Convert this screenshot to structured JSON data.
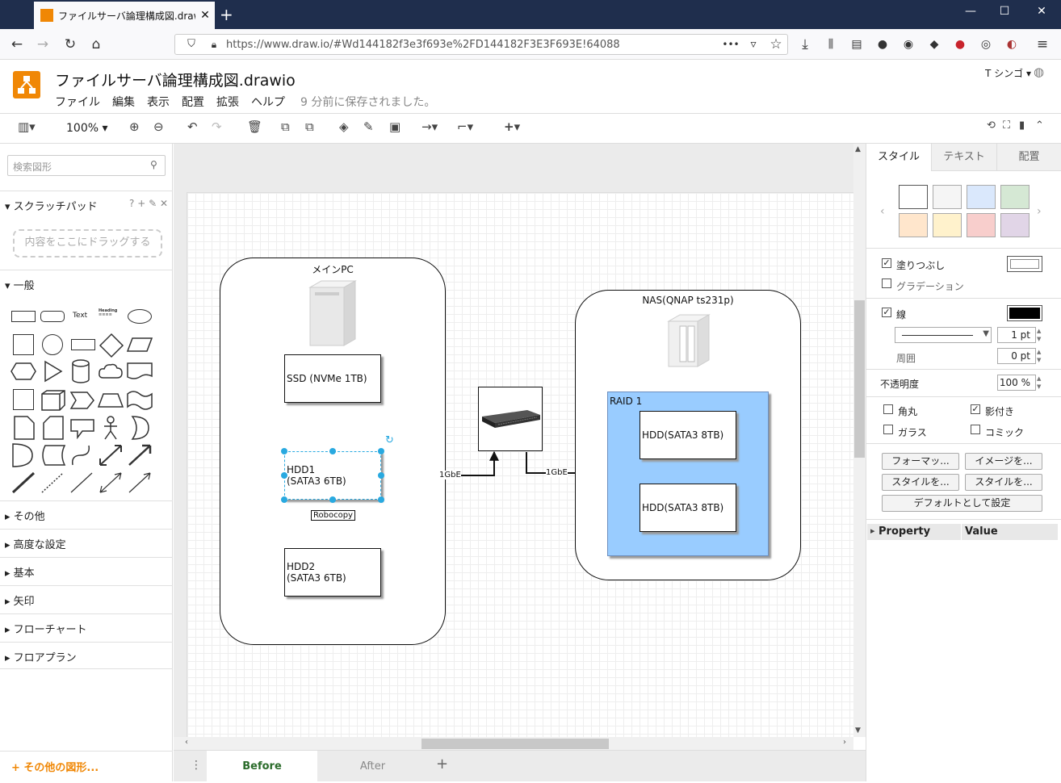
{
  "browser": {
    "tab_title": "ファイルサーバ論理構成図.drawio",
    "tab_close": "✕",
    "new_tab": "+",
    "url": "https://www.draw.io/#Wd144182f3e3f693e%2FD144182F3E3F693E!64088",
    "url_menu": "•••"
  },
  "app": {
    "title": "ファイルサーバ論理構成図.drawio",
    "menus": [
      "ファイル",
      "編集",
      "表示",
      "配置",
      "拡張",
      "ヘルプ"
    ],
    "saved_status": "9 分前に保存されました。",
    "user": "T シンゴ ▾"
  },
  "toolbar": {
    "zoom": "100%"
  },
  "left_panel": {
    "search_placeholder": "検索図形",
    "scratchpad": "スクラッチパッド",
    "scratchpad_tools": "? + ✎ ✕",
    "scratch_drop": "内容をここにドラッグする",
    "general": "一般",
    "shape_text": "Text",
    "shape_heading": "Heading",
    "sections": [
      "その他",
      "高度な設定",
      "基本",
      "矢印",
      "フローチャート",
      "フロアプラン"
    ],
    "more_shapes": "+ その他の図形..."
  },
  "diagram": {
    "main_pc": "メインPC",
    "ssd": "SSD (NVMe 1TB)",
    "hdd1_line1": "HDD1",
    "hdd1_line2": "(SATA3 6TB)",
    "hdd2_line1": "HDD2",
    "hdd2_line2": "(SATA3 6TB)",
    "robocopy": "Robocopy",
    "link1": "1GbE",
    "link2": "1GbE",
    "nas": "NAS(QNAP ts231p)",
    "raid": "RAID 1",
    "nas_hdd_a": "HDD(SATA3 8TB)",
    "nas_hdd_b": "HDD(SATA3 8TB)"
  },
  "page_tabs": {
    "before": "Before",
    "after": "After",
    "add": "+",
    "menu": "⋮"
  },
  "right_panel": {
    "tabs": [
      "スタイル",
      "テキスト",
      "配置"
    ],
    "fill": "塗りつぶし",
    "gradient": "グラデーション",
    "line": "線",
    "line_width": "1 pt",
    "perimeter": "周囲",
    "perimeter_value": "0 pt",
    "opacity": "不透明度",
    "opacity_value": "100 %",
    "rounded": "角丸",
    "shadow": "影付き",
    "glass": "ガラス",
    "comic": "コミック",
    "btn_format": "フォーマッ...",
    "btn_image": "イメージを...",
    "btn_style_copy": "スタイルを...",
    "btn_style_paste": "スタイルを...",
    "btn_default": "デフォルトとして設定",
    "prop_header": "Property",
    "value_header": "Value",
    "swatches": [
      "#ffffff",
      "#f5f5f5",
      "#dae8fc",
      "#d5e8d4",
      "#ffe6cc",
      "#fff2cc",
      "#f8cecc",
      "#e1d5e7"
    ]
  }
}
